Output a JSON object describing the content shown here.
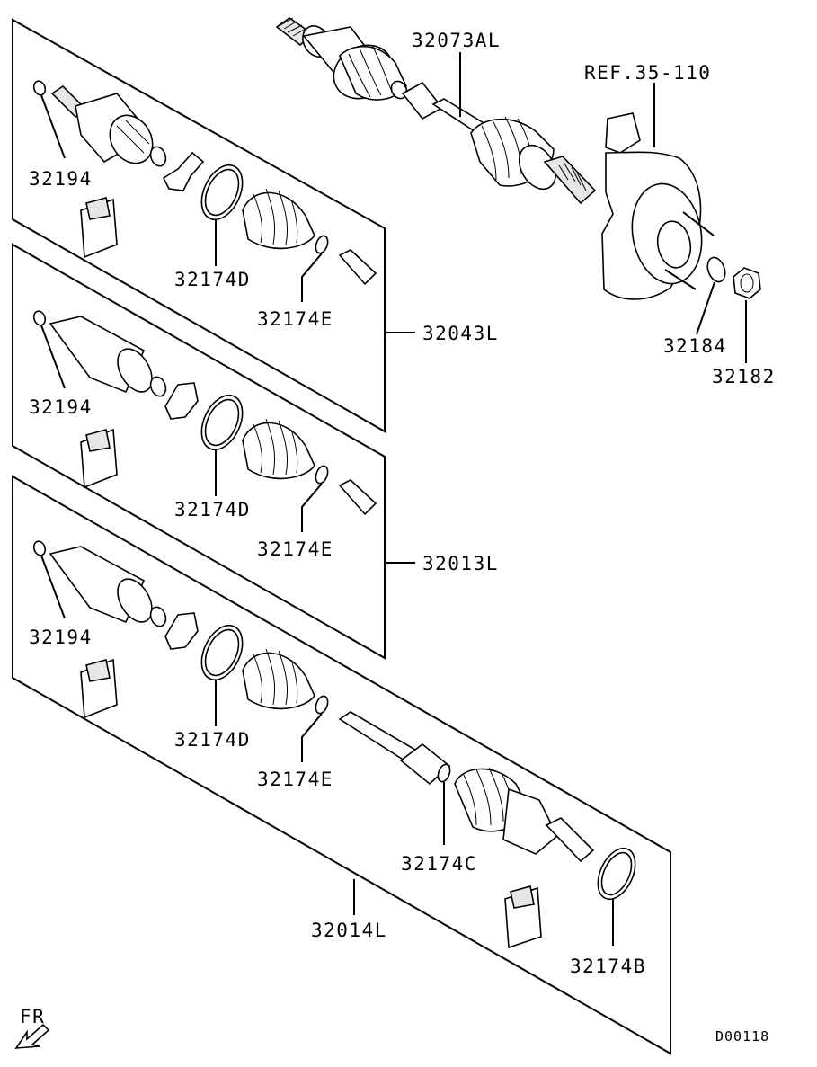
{
  "labels": {
    "shaft_assembly": "32073AL",
    "knuckle_ref": "REF.35-110",
    "washer": "32184",
    "nut": "32182",
    "kit_upper": "32043L",
    "kit_middle": "32013L",
    "kit_lower": "32014L",
    "circlip_1": "32194",
    "circlip_2": "32194",
    "circlip_3": "32194",
    "band_d_1": "32174D",
    "band_d_2": "32174D",
    "band_d_3": "32174D",
    "band_e_1": "32174E",
    "band_e_2": "32174E",
    "band_e_3": "32174E",
    "band_c": "32174C",
    "band_b": "32174B",
    "front_marker": "FR",
    "diagram_code": "D00118"
  }
}
